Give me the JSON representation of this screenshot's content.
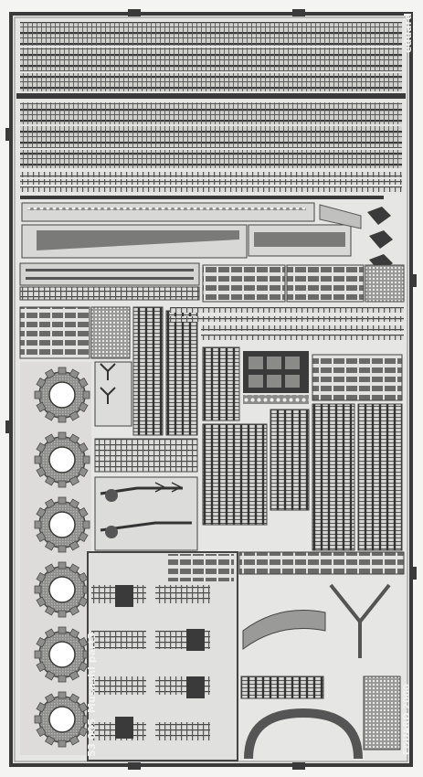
{
  "fret": {
    "brand_mark": "eduard",
    "catalog_label": "53 005",
    "title_label": "Musashi  part3",
    "copyright_label": "EDUARD 2000"
  },
  "colors": {
    "background": "#f4f4f2",
    "metal": "#8a8a8a",
    "metal_dark": "#3a3a3a",
    "metal_light": "#b4b4b2",
    "hole": "#ffffff"
  }
}
